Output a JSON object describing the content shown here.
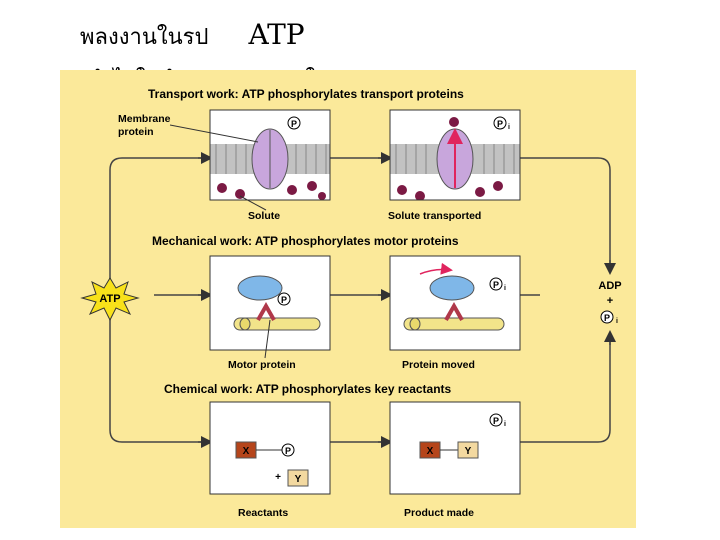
{
  "slide": {
    "title_thai": "พลงงานในรป",
    "title_atp": "ATP",
    "subtitle": "ถกนำไปใชทำงานตาง ๆภายในเซลล"
  },
  "diagram": {
    "transport_heading": "Transport work: ATP phosphorylates transport proteins",
    "membrane_label_1": "Membrane",
    "membrane_label_2": "protein",
    "solute_label": "Solute",
    "solute_transported_label": "Solute transported",
    "mechanical_heading": "Mechanical work: ATP phosphorylates motor proteins",
    "motor_protein_label": "Motor protein",
    "protein_moved_label": "Protein moved",
    "chemical_heading": "Chemical work: ATP phosphorylates key reactants",
    "reactants_label": "Reactants",
    "product_label": "Product made",
    "atp_label": "ATP",
    "adp_label": "ADP",
    "plus": "+",
    "phosphate": "P",
    "pi_sub": "i",
    "x_label": "X",
    "y_label": "Y"
  },
  "colors": {
    "panel_bg": "#fbe99a",
    "membrane": "#bcbcbc",
    "protein": "#c8a6dc",
    "solute": "#7b1a44",
    "motor": "#7fb7e8",
    "filament": "#f2e48a",
    "x_box": "#b5451b",
    "y_box": "#f3d9a0",
    "atp_star": "#f8e11a",
    "arrow": "#e0245e"
  }
}
